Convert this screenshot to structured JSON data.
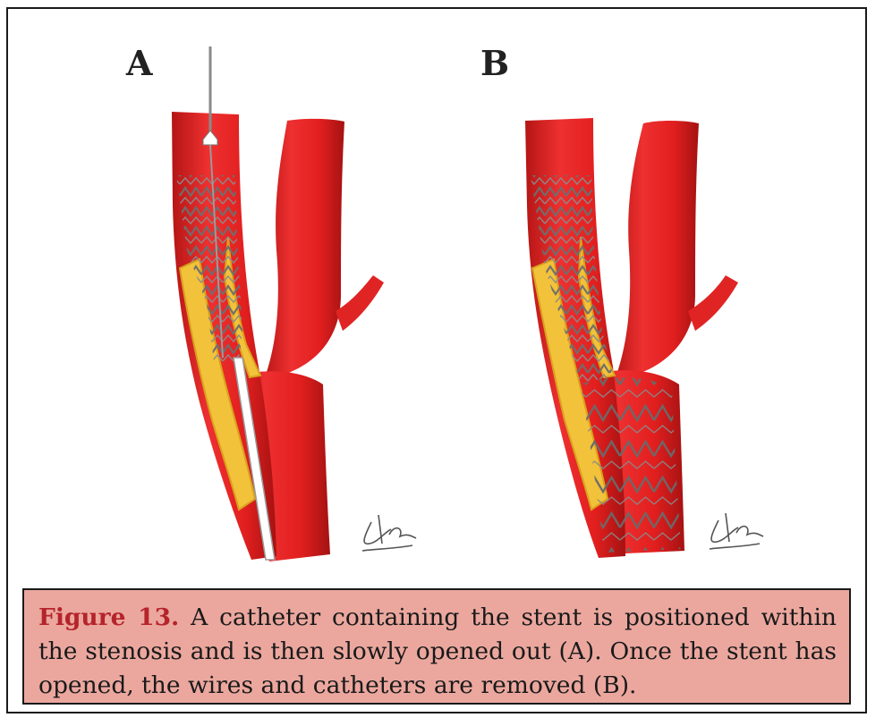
{
  "figure": {
    "panel_a_label": "A",
    "panel_b_label": "B",
    "signature_icon": "artist-signature-icon",
    "caption": {
      "label": "Figure 13.",
      "text": " A catheter containing the stent is positioned within the stenosis and is then slowly opened out (A). Once the stent has opened, the wires and catheters are removed (B)."
    },
    "colors": {
      "vessel": "#e21f1f",
      "vessel_dark": "#b51515",
      "plaque": "#f2c23a",
      "stent": "#707070",
      "caption_bg": "#eba79e",
      "caption_label": "#b5242b"
    }
  }
}
